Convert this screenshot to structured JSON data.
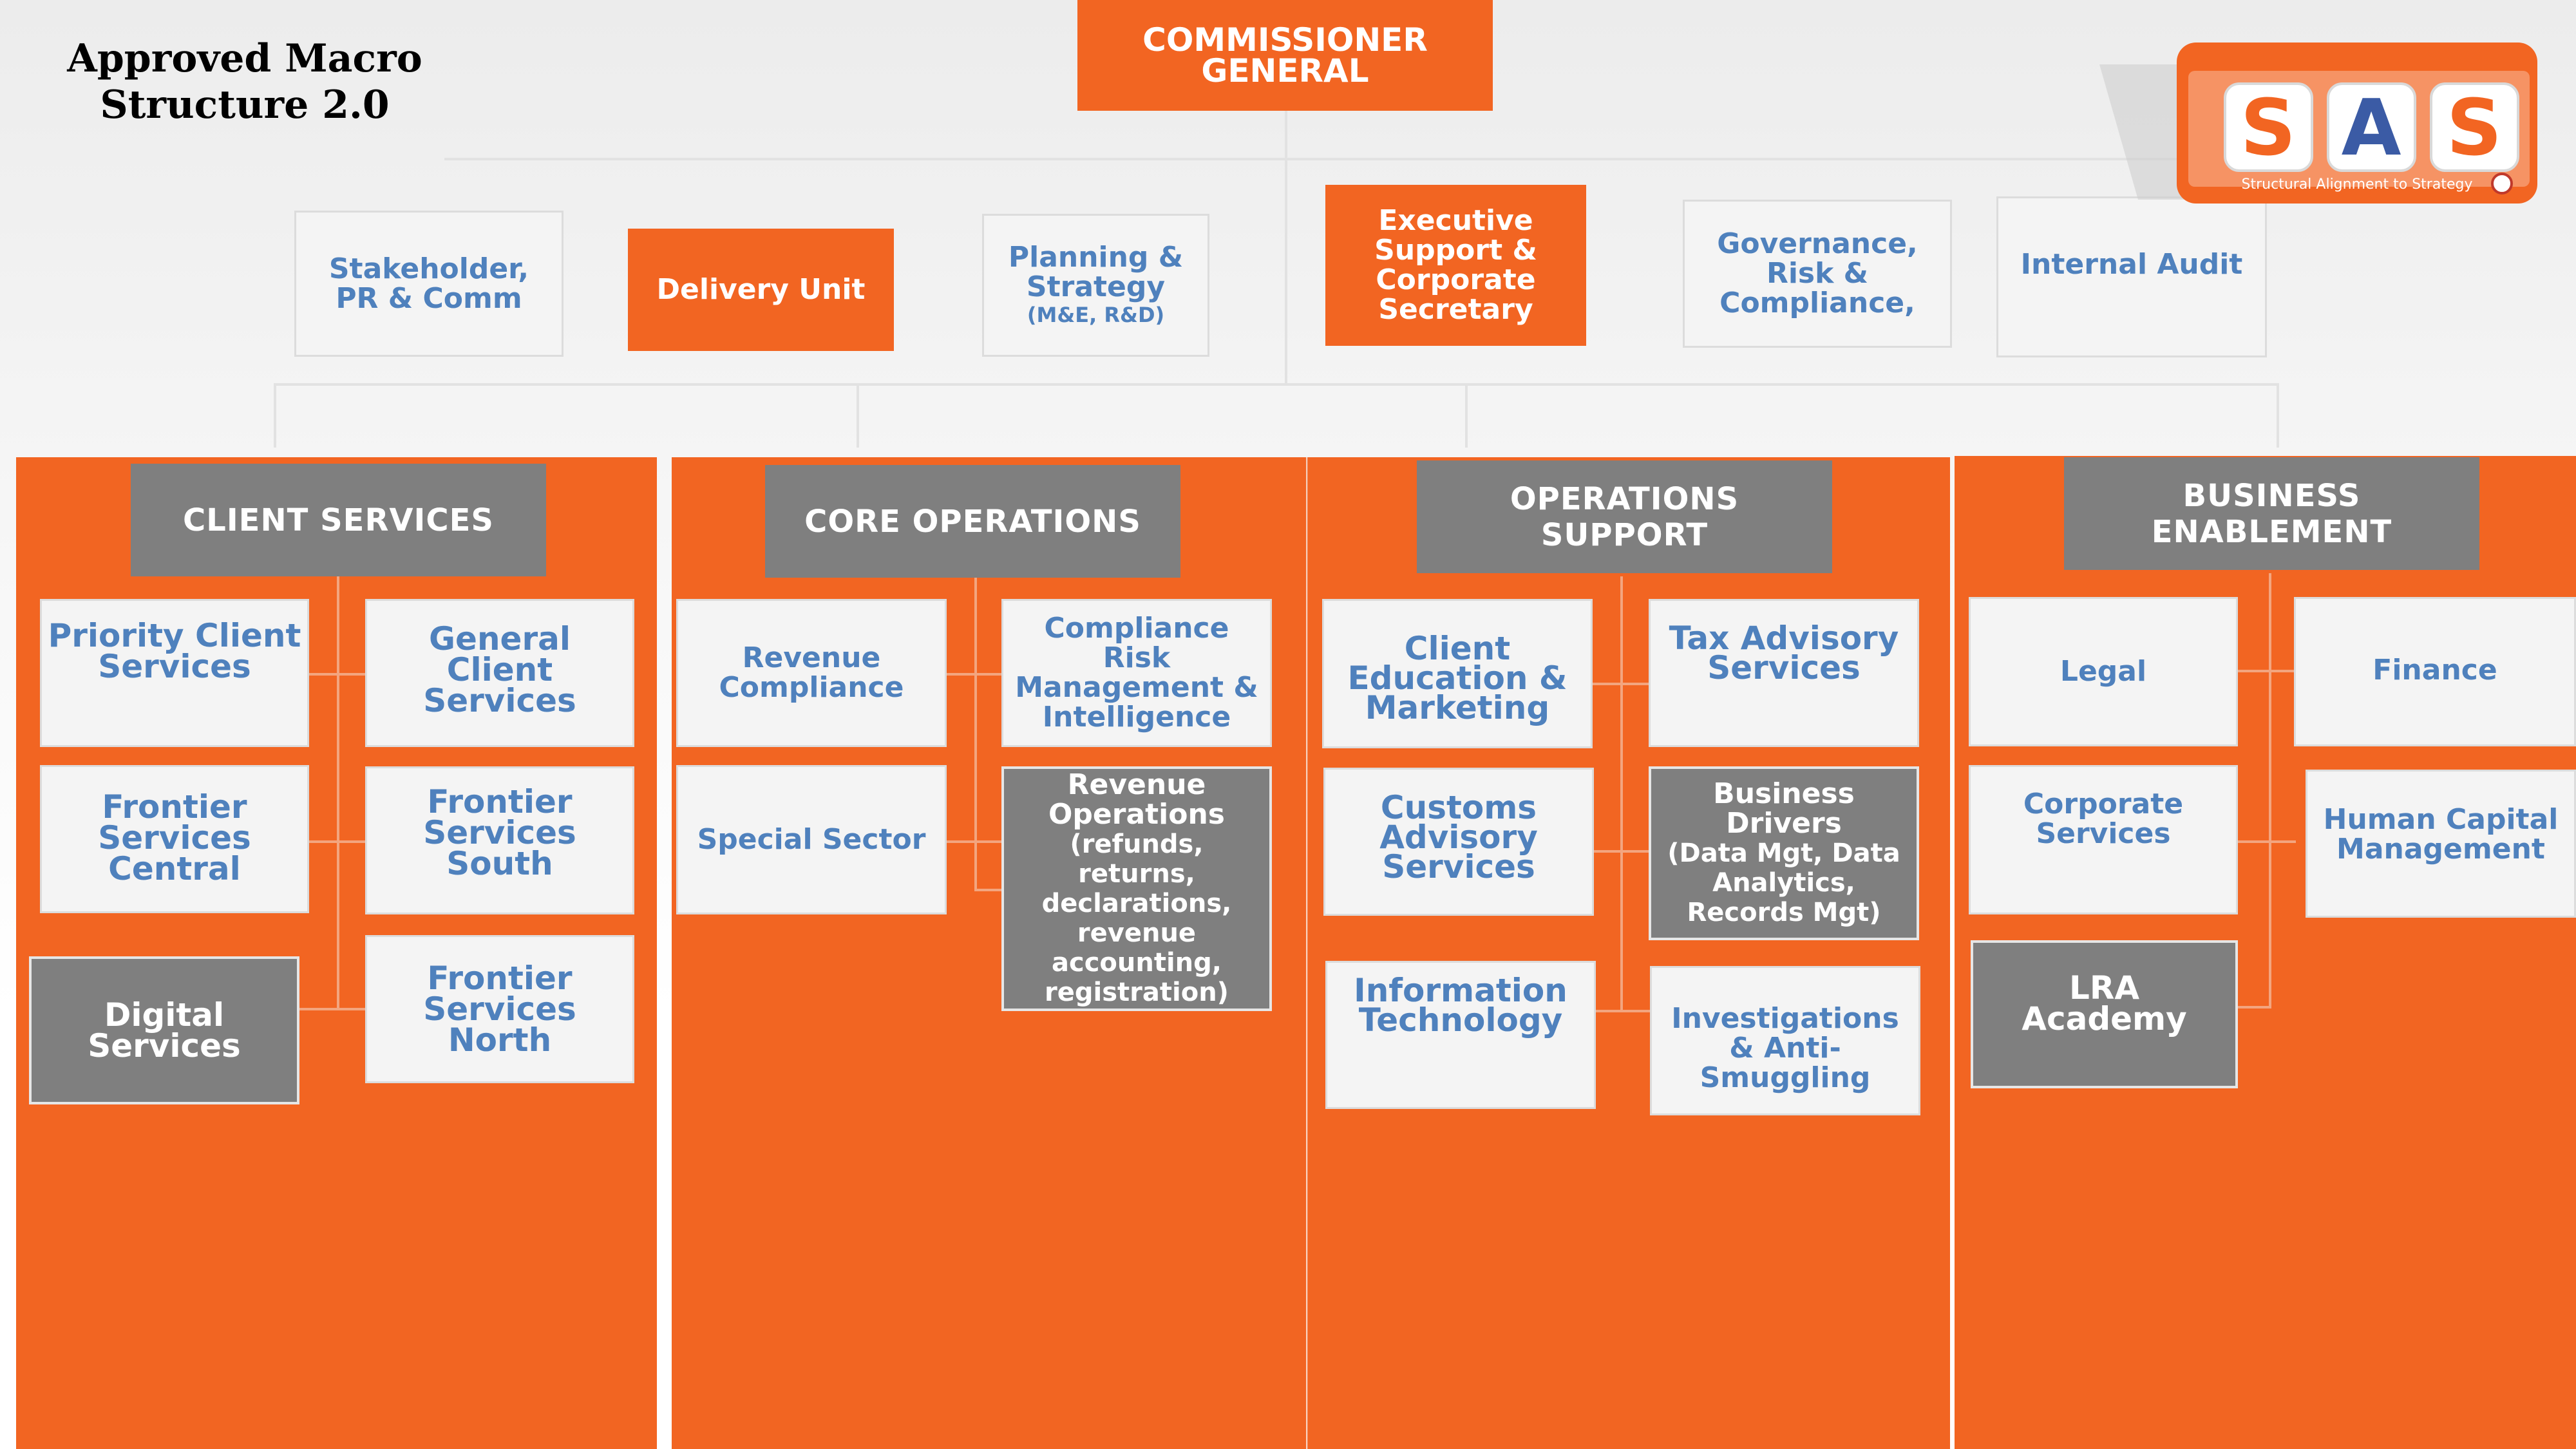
{
  "title": {
    "line1": "Approved Macro",
    "line2": "Structure 2.0"
  },
  "top": {
    "commissioner": {
      "line1": "COMMISSIONER",
      "line2": "GENERAL"
    },
    "stakeholder": {
      "line1": "Stakeholder,",
      "line2": "PR & Comm"
    },
    "delivery": "Delivery Unit",
    "planning": {
      "line1": "Planning &",
      "line2": "Strategy",
      "sub": "(M&E, R&D)"
    },
    "executive": {
      "line1": "Executive",
      "line2": "Support  &",
      "line3": "Corporate",
      "line4": "Secretary"
    },
    "governance": {
      "line1": "Governance,",
      "line2": "Risk &",
      "line3": "Compliance,"
    },
    "audit": "Internal Audit"
  },
  "client_services": {
    "header": "CLIENT SERVICES",
    "priority": {
      "line1": "Priority Client",
      "line2": "Services"
    },
    "general": {
      "line1": "General Client",
      "line2": "Services"
    },
    "frontier_central": {
      "line1": "Frontier Services",
      "line2": "Central"
    },
    "frontier_south": {
      "line1": "Frontier Services",
      "line2": "South"
    },
    "digital": {
      "line1": "Digital",
      "line2": "Services"
    },
    "frontier_north": {
      "line1": "Frontier Services",
      "line2": "North"
    }
  },
  "core_operations": {
    "header": "CORE OPERATIONS",
    "revenue_compliance": {
      "line1": "Revenue",
      "line2": "Compliance"
    },
    "crm": {
      "line1": "Compliance Risk",
      "line2": "Management &",
      "line3": "Intelligence"
    },
    "special": "Special Sector",
    "revenue_ops": {
      "line1": "Revenue",
      "line2": "Operations",
      "line3": "(refunds, returns,",
      "line4": "declarations,",
      "line5": "revenue",
      "line6": "accounting,",
      "line7": "registration)"
    }
  },
  "operations_support": {
    "header": "OPERATIONS SUPPORT",
    "client_edu": {
      "line1": "Client",
      "line2": "Education &",
      "line3": "Marketing"
    },
    "tax_advisory": {
      "line1": "Tax Advisory",
      "line2": "Services"
    },
    "customs": {
      "line1": "Customs",
      "line2": "Advisory",
      "line3": "Services"
    },
    "business_drivers": {
      "line1": "Business",
      "line2": "Drivers",
      "line3": "(Data Mgt, Data",
      "line4": "Analytics,",
      "line5": "Records Mgt)"
    },
    "it": {
      "line1": "Information",
      "line2": "Technology"
    },
    "investigations": {
      "line1": "Investigations",
      "line2": "& Anti-",
      "line3": "Smuggling"
    }
  },
  "business_enablement": {
    "header": "BUSINESS ENABLEMENT",
    "legal": "Legal",
    "finance": "Finance",
    "corporate": {
      "line1": "Corporate",
      "line2": "Services"
    },
    "hcm": {
      "line1": "Human Capital",
      "line2": "Management"
    },
    "academy": {
      "line1": "LRA",
      "line2": "Academy"
    }
  },
  "logo": {
    "letters": [
      "S",
      "A",
      "S"
    ],
    "tagline": "Structural Alignment to Strategy",
    "colors": {
      "s": "#f26522",
      "a": "#3b5ba5",
      "bg": "#f26522"
    }
  },
  "colors": {
    "orange": "#f26522",
    "gray": "#7f7f7f",
    "blue_text": "#4f81bd"
  }
}
